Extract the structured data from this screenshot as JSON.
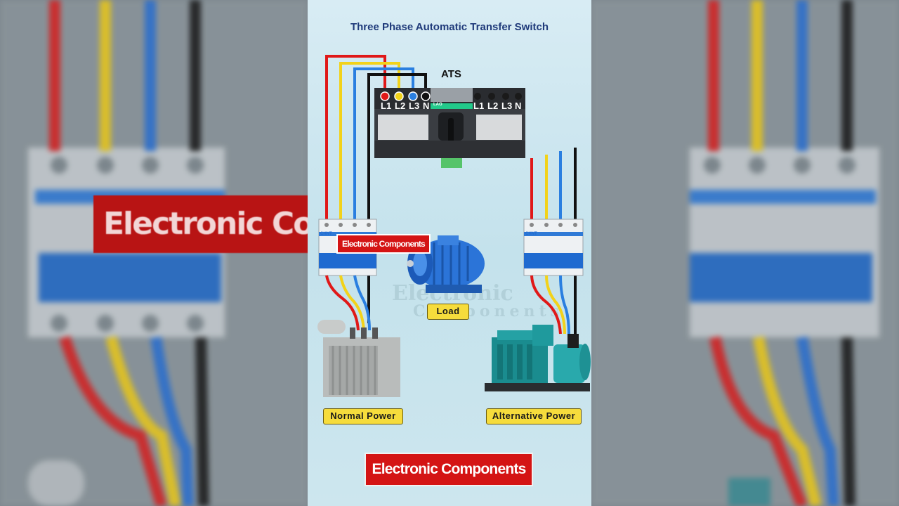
{
  "title": "Three Phase Automatic Transfer Switch",
  "ats_label": "ATS",
  "ats_terminals_left": [
    "L1",
    "L2",
    "L3",
    "N"
  ],
  "ats_terminals_right": [
    "L1",
    "L2",
    "L3",
    "N"
  ],
  "labels": {
    "load": "Load",
    "normal_power": "Normal Power",
    "alternative_power": "Alternative Power"
  },
  "brand_banner": "Electronic Components",
  "small_banner": "Electronic Components",
  "side_banner": "Electronic Compone",
  "breaker_brand": "CHNT",
  "switch_brand": "LAO",
  "watermark_text": [
    "Electronic",
    "Components"
  ],
  "wire_colors": {
    "L1": "#e01818",
    "L2": "#f2d21a",
    "L3": "#2a7fe0",
    "N": "#111111"
  }
}
